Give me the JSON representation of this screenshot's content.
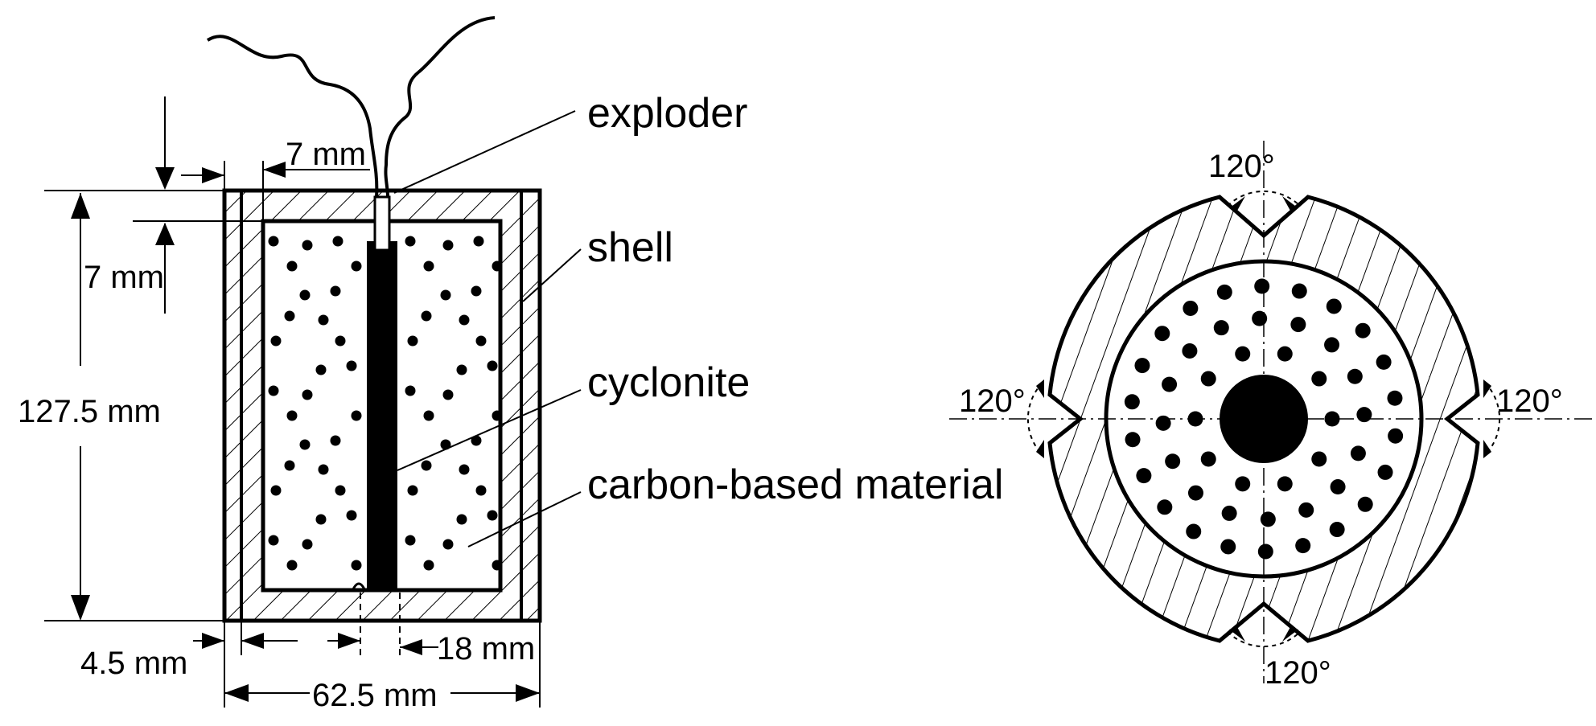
{
  "diagram": {
    "labels": {
      "exploder": "exploder",
      "shell": "shell",
      "cyclonite": "cyclonite",
      "carbon": "carbon-based material"
    },
    "dimensions": {
      "top_wall": "7 mm",
      "lid": "7 mm",
      "height": "127.5 mm",
      "shell_gap": "4.5 mm",
      "annulus": "18 mm",
      "width": "62.5 mm"
    },
    "angles": {
      "top": "120°",
      "left": "120°",
      "right": "120°",
      "bottom": "120°"
    },
    "colors": {
      "line": "#000000",
      "background": "#ffffff"
    }
  }
}
